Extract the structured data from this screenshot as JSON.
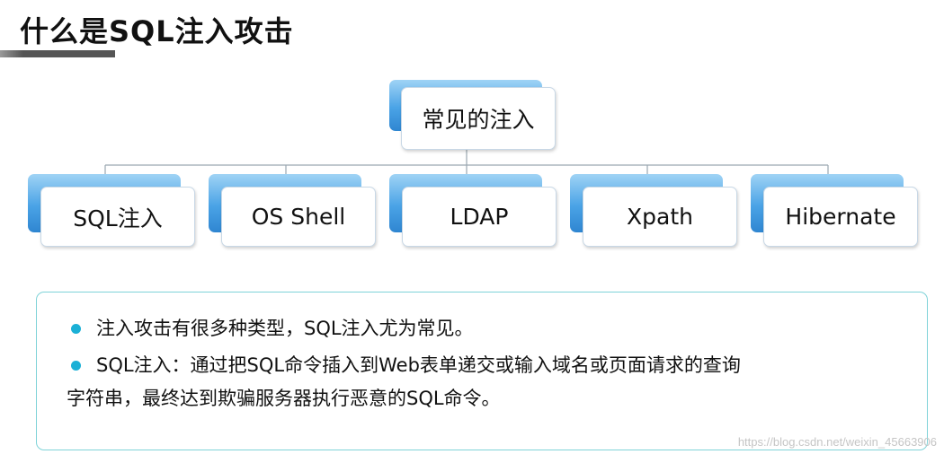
{
  "title": "什么是SQL注入攻击",
  "diagram": {
    "root": "常见的注入",
    "children": [
      "SQL注入",
      "OS Shell",
      "LDAP",
      "Xpath",
      "Hibernate"
    ]
  },
  "info": {
    "bullet1": "注入攻击有很多种类型，SQL注入尤为常见。",
    "bullet2_line1": "SQL注入：通过把SQL命令插入到Web表单递交或输入域名或页面请求的查询",
    "bullet2_line2": "字符串，最终达到欺骗服务器执行恶意的SQL命令。"
  },
  "watermark": "https://blog.csdn.net/weixin_45663906",
  "colors": {
    "accent_blue": "#4aa3e6",
    "bullet_dot": "#1bb0d6",
    "box_border": "#7fd3d8"
  }
}
